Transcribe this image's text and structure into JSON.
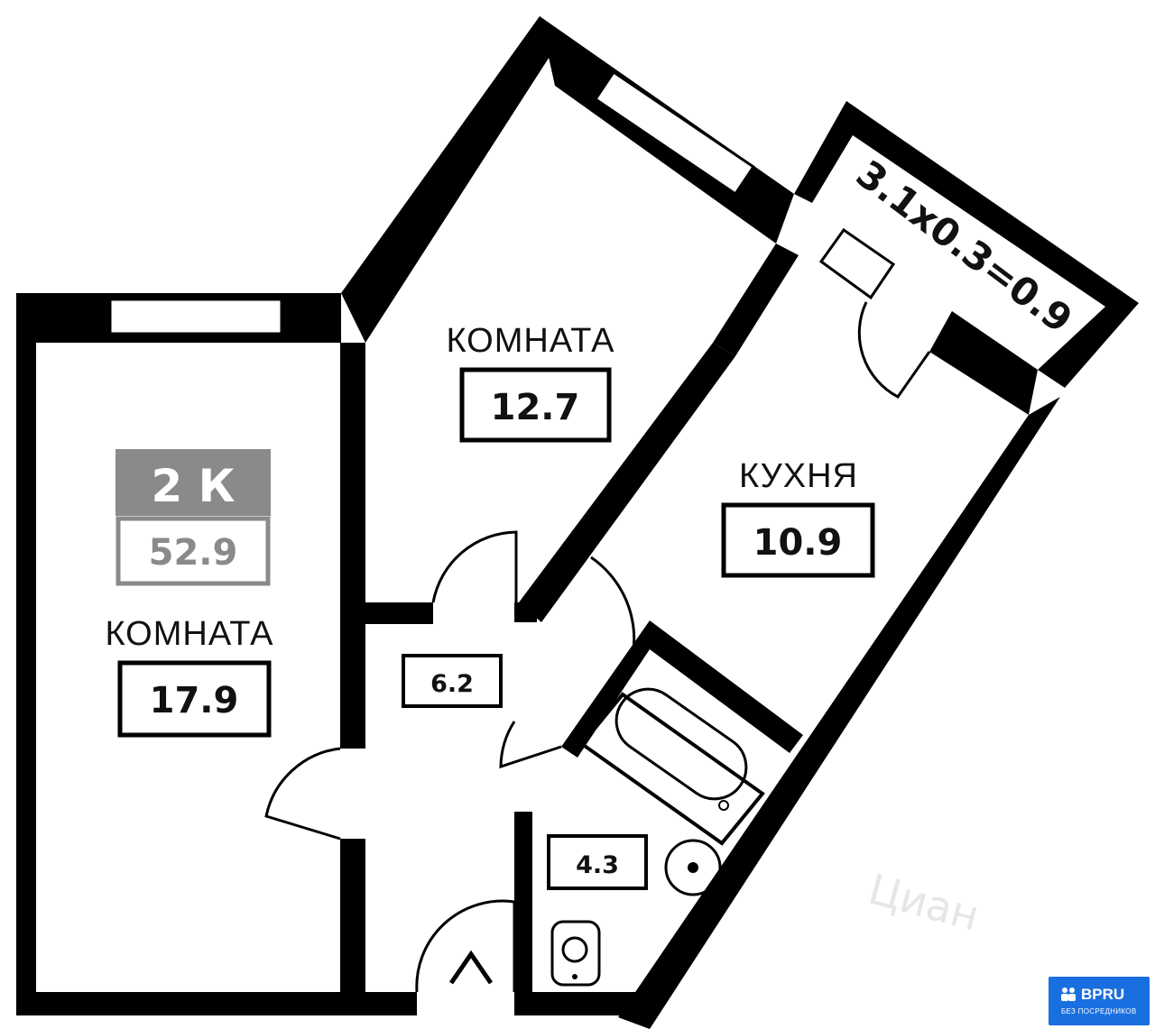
{
  "badge": {
    "rooms": "2 К",
    "total_area": "52.9"
  },
  "rooms": [
    {
      "name": "КОМНАТА",
      "area": "17.9"
    },
    {
      "name": "КОМНАТА",
      "area": "12.7"
    },
    {
      "name": "КУХНЯ",
      "area": "10.9"
    },
    {
      "name": "",
      "area": "6.2"
    },
    {
      "name": "",
      "area": "4.3"
    }
  ],
  "balcony": {
    "formula": "3.1x0.3=0.9"
  },
  "entrance_symbol": "^",
  "watermark": "Циан",
  "logo": {
    "brand": "BPRU",
    "tagline": "БЕЗ ПОСРЕДНИКОВ"
  },
  "colors": {
    "wall": "#000000",
    "badge_gray": "#8a8a8a",
    "logo_blue": "#1a6fe0"
  }
}
